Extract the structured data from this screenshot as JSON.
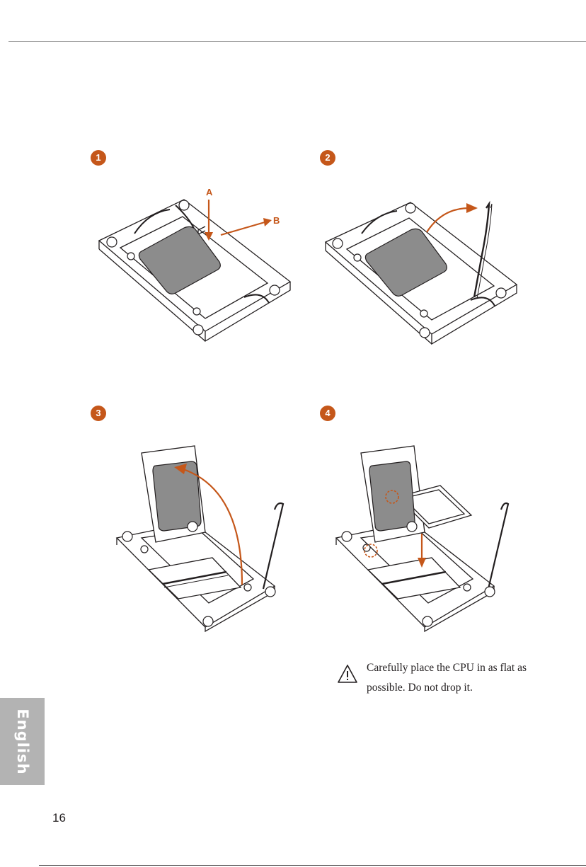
{
  "steps": [
    {
      "number": "1"
    },
    {
      "number": "2"
    },
    {
      "number": "3"
    },
    {
      "number": "4"
    }
  ],
  "figure1": {
    "label_a": "A",
    "label_b": "B"
  },
  "caution": {
    "icon": "warning-triangle-icon",
    "text": "Carefully place the CPU in as flat as possible. Do not drop it."
  },
  "side_tab": {
    "label": "English"
  },
  "page_number": "16",
  "colors": {
    "accent": "#c5571a",
    "tab": "#b3b3b3"
  }
}
